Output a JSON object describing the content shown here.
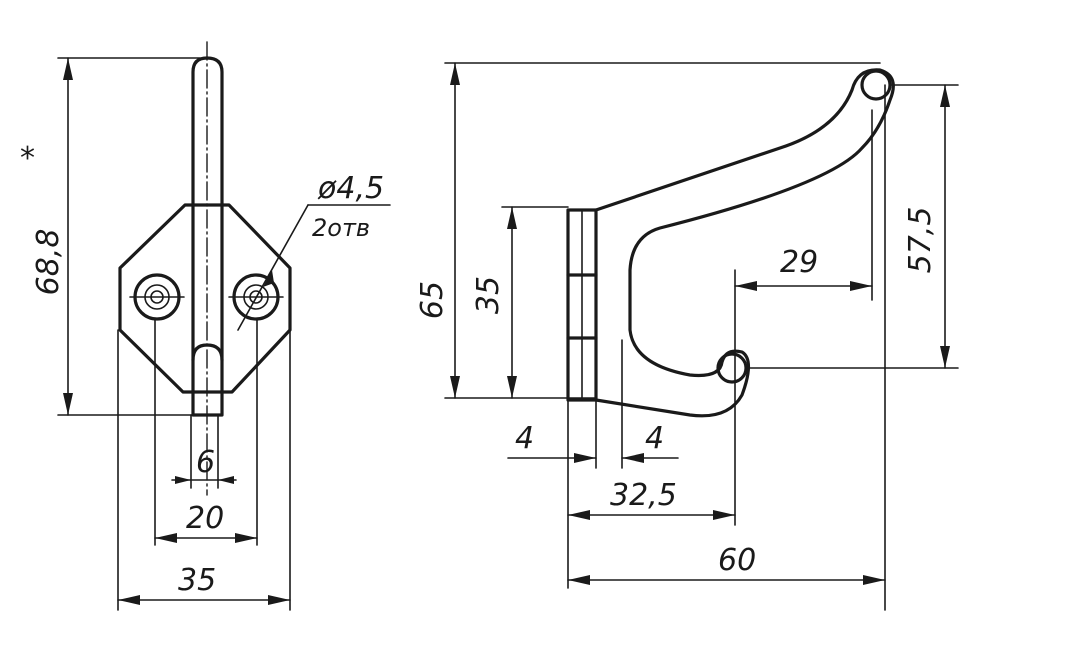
{
  "front_view": {
    "height_dim": "68,8",
    "height_mark": "*",
    "hole_dia": "ø4,5",
    "hole_count": "2отв",
    "strip_width": "6",
    "hole_spacing": "20",
    "plate_width": "35"
  },
  "side_view": {
    "total_height": "65",
    "plate_height": "35",
    "reach_upper": "29",
    "hook_height": "57,5",
    "thickness_left": "4",
    "thickness_right": "4",
    "reach_lower": "32,5",
    "total_width": "60"
  }
}
